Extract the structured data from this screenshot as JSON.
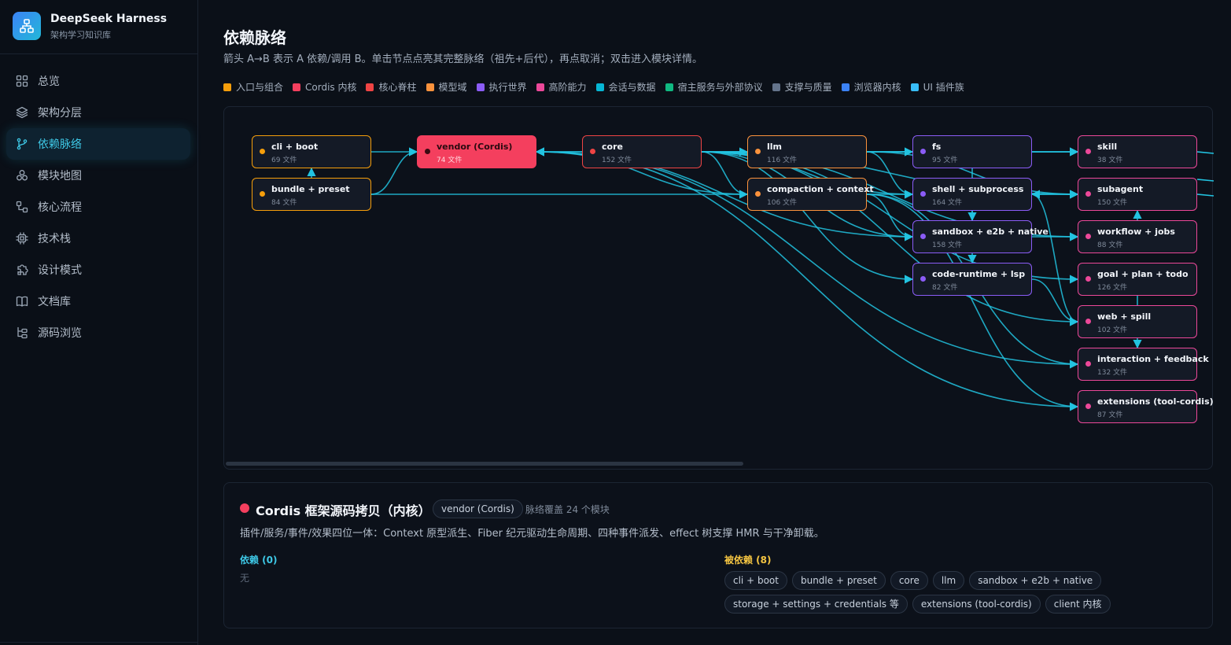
{
  "app": {
    "title": "DeepSeek Harness",
    "subtitle": "架构学习知识库"
  },
  "nav": [
    {
      "label": "总览",
      "icon": "grid-icon"
    },
    {
      "label": "架构分层",
      "icon": "layers-icon"
    },
    {
      "label": "依赖脉络",
      "icon": "branch-icon",
      "active": true
    },
    {
      "label": "模块地图",
      "icon": "cubes-icon"
    },
    {
      "label": "核心流程",
      "icon": "flow-icon"
    },
    {
      "label": "技术栈",
      "icon": "chip-icon"
    },
    {
      "label": "设计模式",
      "icon": "puzzle-icon"
    },
    {
      "label": "文档库",
      "icon": "book-icon"
    },
    {
      "label": "源码浏览",
      "icon": "tree-icon"
    }
  ],
  "page": {
    "title": "依赖脉络",
    "desc": "箭头 A→B 表示 A 依赖/调用 B。单击节点点亮其完整脉络（祖先+后代），再点取消；双击进入模块详情。"
  },
  "legend": [
    {
      "label": "入口与组合",
      "color": "#f59e0b"
    },
    {
      "label": "Cordis 内核",
      "color": "#f43f5e"
    },
    {
      "label": "核心脊柱",
      "color": "#ef4444"
    },
    {
      "label": "模型域",
      "color": "#fb923c"
    },
    {
      "label": "执行世界",
      "color": "#8b5cf6"
    },
    {
      "label": "高阶能力",
      "color": "#ec4899"
    },
    {
      "label": "会话与数据",
      "color": "#06b6d4"
    },
    {
      "label": "宿主服务与外部协议",
      "color": "#10b981"
    },
    {
      "label": "支撑与质量",
      "color": "#64748b"
    },
    {
      "label": "浏览器内核",
      "color": "#3b82f6"
    },
    {
      "label": "UI 插件族",
      "color": "#38bdf8"
    }
  ],
  "graph": {
    "edge_color": "#22c3e0",
    "nodes": [
      {
        "id": "cli",
        "name": "cli + boot",
        "count": "69 文件",
        "color": "#f59e0b"
      },
      {
        "id": "bundle",
        "name": "bundle + preset",
        "count": "84 文件",
        "color": "#f59e0b"
      },
      {
        "id": "vendor",
        "name": "vendor (Cordis)",
        "count": "74 文件",
        "color": "#f43f5e",
        "selected": true
      },
      {
        "id": "core",
        "name": "core",
        "count": "152 文件",
        "color": "#ef4444"
      },
      {
        "id": "llm",
        "name": "llm",
        "count": "116 文件",
        "color": "#fb923c"
      },
      {
        "id": "compaction",
        "name": "compaction + context",
        "count": "106 文件",
        "color": "#fb923c"
      },
      {
        "id": "fs",
        "name": "fs",
        "count": "95 文件",
        "color": "#8b5cf6"
      },
      {
        "id": "shell",
        "name": "shell + subprocess",
        "count": "164 文件",
        "color": "#8b5cf6"
      },
      {
        "id": "sandbox",
        "name": "sandbox + e2b + native",
        "count": "158 文件",
        "color": "#8b5cf6"
      },
      {
        "id": "coderuntime",
        "name": "code-runtime + lsp",
        "count": "82 文件",
        "color": "#8b5cf6"
      },
      {
        "id": "skill",
        "name": "skill",
        "count": "38 文件",
        "color": "#ec4899"
      },
      {
        "id": "subagent",
        "name": "subagent",
        "count": "150 文件",
        "color": "#ec4899"
      },
      {
        "id": "workflow",
        "name": "workflow + jobs",
        "count": "88 文件",
        "color": "#ec4899"
      },
      {
        "id": "goal",
        "name": "goal + plan + todo",
        "count": "126 文件",
        "color": "#ec4899"
      },
      {
        "id": "web",
        "name": "web + spill",
        "count": "102 文件",
        "color": "#ec4899"
      },
      {
        "id": "interaction",
        "name": "interaction + feedback",
        "count": "132 文件",
        "color": "#ec4899"
      },
      {
        "id": "extensions",
        "name": "extensions (tool-cordis)",
        "count": "87 文件",
        "color": "#ec4899"
      }
    ]
  },
  "detail": {
    "title": "Cordis 框架源码拷贝（内核）",
    "dot_color": "#f43f5e",
    "badge": "vendor (Cordis)",
    "coverage": "脉络覆盖 24 个模块",
    "desc": "插件/服务/事件/效果四位一体：Context 原型派生、Fiber 纪元驱动生命周期、四种事件派发、effect 树支撑 HMR 与干净卸载。",
    "deps_label": "依赖 (0)",
    "deps_empty": "无",
    "rdeps_label": "被依赖 (8)",
    "rdeps": [
      "cli + boot",
      "bundle + preset",
      "core",
      "llm",
      "sandbox + e2b + native",
      "storage + settings + credentials 等",
      "extensions (tool-cordis)",
      "client 内核"
    ]
  }
}
